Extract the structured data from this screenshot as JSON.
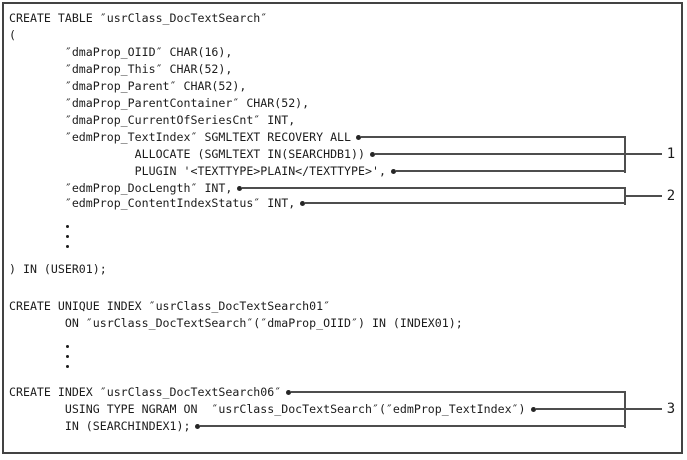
{
  "figure": {
    "description": "SQL definition listing for table usrClass_DocTextSearch with numbered callouts",
    "background_color": "#ffffff",
    "border_color": "#434343",
    "text_color": "#1c1c1c",
    "line_color": "#4e4e4e"
  },
  "code": {
    "lines": [
      {
        "t": "CREATE TABLE ″usrClass_DocTextSearch″"
      },
      {
        "t": "("
      },
      {
        "t": "        ″dmaProp_OIID″ CHAR(16),"
      },
      {
        "t": "        ″dmaProp_This″ CHAR(52),"
      },
      {
        "t": "        ″dmaProp_Parent″ CHAR(52),"
      },
      {
        "t": "        ″dmaProp_ParentContainer″ CHAR(52),"
      },
      {
        "t": "        ″dmaProp_CurrentOfSeriesCnt″ INT,"
      },
      {
        "t": "        ″edmProp_TextIndex″ SGMLTEXT RECOVERY ALL"
      },
      {
        "t": "                  ALLOCATE (SGMLTEXT IN(SEARCHDB1))"
      },
      {
        "t": "                  PLUGIN '<TEXTTYPE>PLAIN</TEXTTYPE>',"
      },
      {
        "t": "        ″edmProp_DocLength″ INT,"
      },
      {
        "t": "        ″edmProp_ContentIndexStatus″ INT,"
      },
      {
        "t": ") IN (USER01);"
      },
      {
        "t": "CREATE UNIQUE INDEX ″usrClass_DocTextSearch01″"
      },
      {
        "t": "        ON ″usrClass_DocTextSearch″(″dmaProp_OIID″) IN (INDEX01);"
      },
      {
        "t": "CREATE INDEX ″usrClass_DocTextSearch06″"
      },
      {
        "t": "        USING TYPE NGRAM ON  ″usrClass_DocTextSearch″(″edmProp_TextIndex″)"
      },
      {
        "t": "        IN (SEARCHINDEX1);"
      }
    ]
  },
  "callouts": [
    {
      "label": "1"
    },
    {
      "label": "2"
    },
    {
      "label": "3"
    }
  ]
}
